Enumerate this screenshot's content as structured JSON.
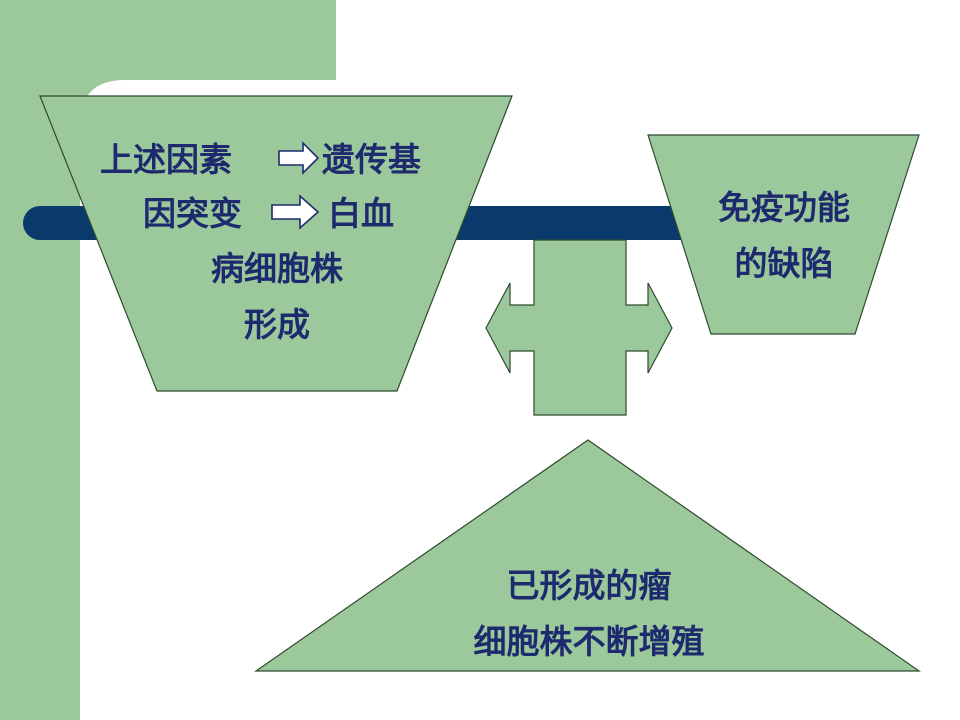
{
  "colors": {
    "panel_green": "#9bc99b",
    "bar_navy": "#0a3a6c",
    "outline_dark": "#2f4a2f",
    "text_navy": "#1d2a6e",
    "background": "#ffffff"
  },
  "left_box": {
    "line1_a": "上述因素",
    "line1_b": "遗传基",
    "line2_a": "因突变",
    "line2_b": "白血",
    "line3": "病细胞株",
    "line4": "形成",
    "arrow_icon": "right-outline-arrow"
  },
  "right_box": {
    "line1": "免疫功能",
    "line2": "的缺陷"
  },
  "bottom_triangle": {
    "line1": "已形成的瘤",
    "line2": "细胞株不断增殖"
  },
  "connector_icon": "double-headed-cross-arrow"
}
